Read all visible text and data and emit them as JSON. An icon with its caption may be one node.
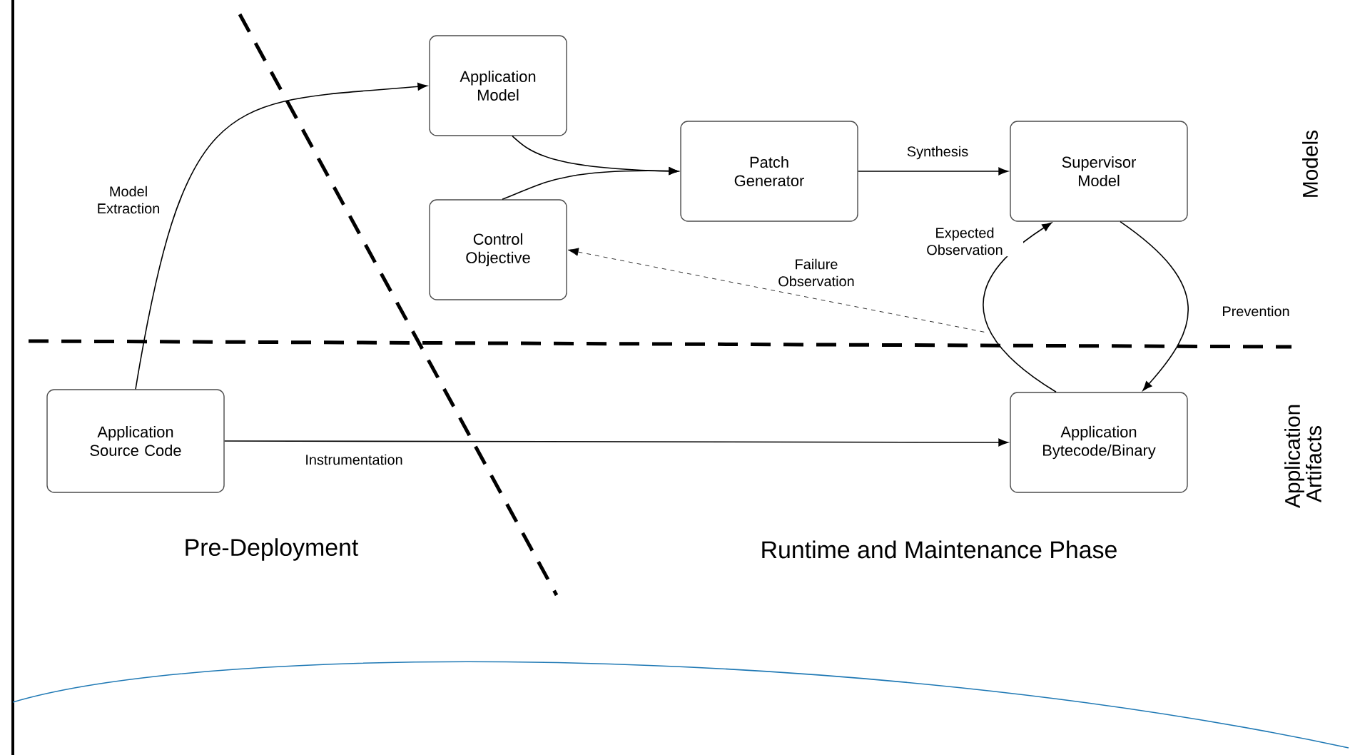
{
  "diagram": {
    "nodes": [
      {
        "text": [
          "Application Model"
        ]
      },
      {
        "text": [
          "Control Objective"
        ]
      },
      {
        "text": [
          "Patch Generator"
        ]
      },
      {
        "text": [
          "Supervisor Model"
        ]
      },
      {
        "text": [
          "Application Source Code"
        ]
      },
      {
        "text": [
          "Application Bytecode/Binary"
        ]
      }
    ],
    "edges": [
      {
        "from": 4,
        "to": 0,
        "arrow": "to",
        "label": "Model Extraction"
      },
      {
        "from": 0,
        "to": 2,
        "arrow": "to"
      },
      {
        "from": 1,
        "to": 2,
        "arrow": "to"
      },
      {
        "from": 2,
        "to": 3,
        "arrow": "to",
        "label": "Synthesis"
      },
      {
        "from": 5,
        "to": 1,
        "arrow": "to",
        "label": "Failure Observation",
        "style": "dashed"
      },
      {
        "from": 5,
        "to": 3,
        "arrow": "to",
        "label": "Expected Observation"
      },
      {
        "from": 3,
        "to": 5,
        "arrow": "to",
        "label": "Prevention"
      },
      {
        "from": 4,
        "to": 5,
        "arrow": "to",
        "label": "Instrumentation"
      }
    ],
    "labels": [
      "Models",
      "Application Artifacts",
      "Pre-Deployment",
      "Runtime and Maintenance Phase"
    ]
  }
}
